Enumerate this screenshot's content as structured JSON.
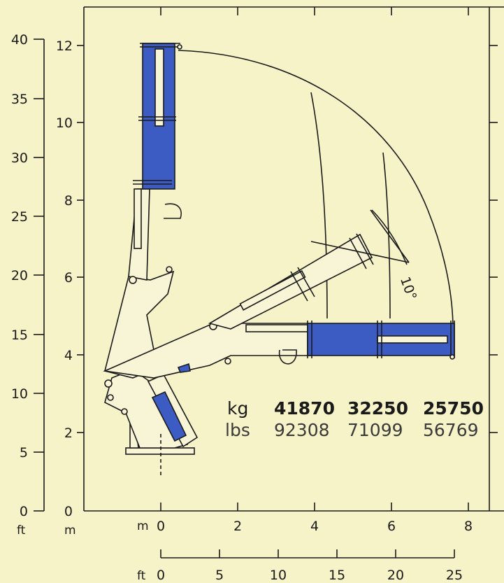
{
  "axes": {
    "left_ft": {
      "unit": "ft",
      "ticks": [
        "0",
        "5",
        "10",
        "15",
        "20",
        "25",
        "30",
        "35",
        "40"
      ]
    },
    "left_m": {
      "unit": "m",
      "ticks": [
        "0",
        "2",
        "4",
        "6",
        "8",
        "10",
        "12"
      ]
    },
    "bottom_m": {
      "unit": "m",
      "ticks": [
        "0",
        "2",
        "4",
        "6",
        "8"
      ]
    },
    "bottom_ft": {
      "unit": "ft",
      "ticks": [
        "0",
        "5",
        "10",
        "15",
        "20",
        "25"
      ]
    }
  },
  "boom_angle": "10°",
  "capacity": {
    "kg_label": "kg",
    "lbs_label": "lbs",
    "kg_values": [
      "41870",
      "32250",
      "25750"
    ],
    "lbs_values": [
      "92308",
      "71099",
      "56769"
    ]
  },
  "colors": {
    "background": "#f6f3c8",
    "boom_blue": "#3c5cc4",
    "ink": "#1a1a1a"
  }
}
